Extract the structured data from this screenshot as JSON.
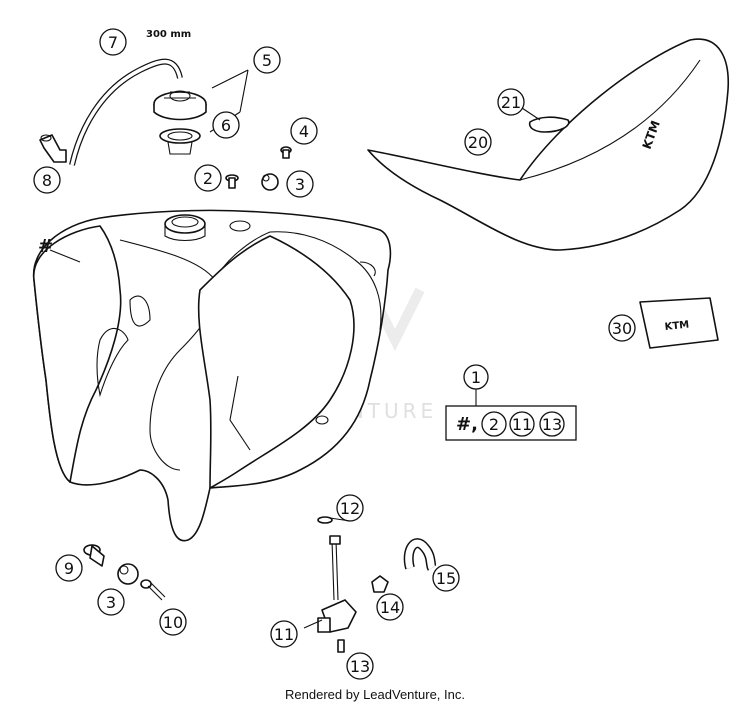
{
  "diagram": {
    "hose_length_label": "300 mm",
    "tank_marker": "#",
    "kit_marker": "#,",
    "watermark": "LEADVENTURE",
    "footer": "Rendered by LeadVenture, Inc.",
    "callouts": {
      "c1": "1",
      "c2": "2",
      "c3a": "3",
      "c3b": "3",
      "c4": "4",
      "c5": "5",
      "c6": "6",
      "c7": "7",
      "c8": "8",
      "c9": "9",
      "c10": "10",
      "c11": "11",
      "c12": "12",
      "c13": "13",
      "c14": "14",
      "c15": "15",
      "c20": "20",
      "c21": "21",
      "c30": "30",
      "kit2": "2",
      "kit11": "11",
      "kit13": "13"
    },
    "brand_logo": "KTM"
  }
}
